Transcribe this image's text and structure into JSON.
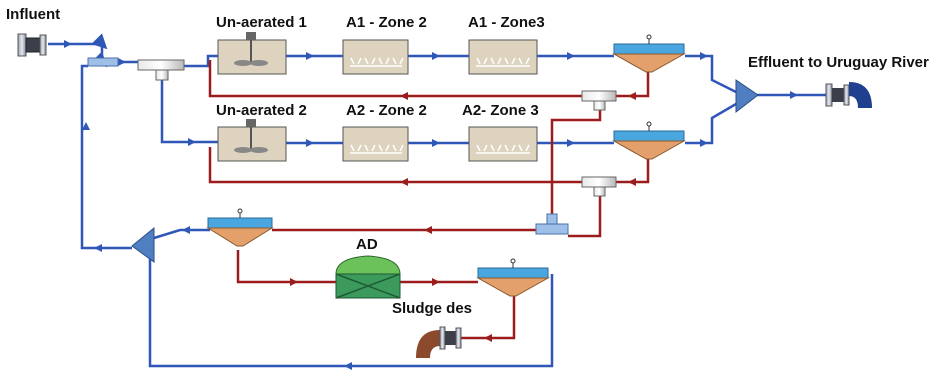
{
  "labels": {
    "influent": "Influent",
    "effluent": "Effluent to Uruguay River",
    "unaerated_1": "Un-aerated 1",
    "a1_zone2": "A1 - Zone 2",
    "a1_zone3": "A1 - Zone3",
    "unaerated_2": "Un-aerated 2",
    "a2_zone2": "A2 - Zone 2",
    "a2_zone3": "A2- Zone 3",
    "ad": "AD",
    "sludge_des": "Sludge des"
  },
  "colors": {
    "liquid_line": "#2e57b8",
    "sludge_line": "#9b1c1c",
    "tank_fill": "#ddd3bf",
    "clarifier_water": "#4aa6df",
    "clarifier_sludge": "#e3a06a",
    "digester": "#3c9a5c",
    "splitter": "#4f7fc0",
    "outlet": "#1f3f8f",
    "sludge_outlet": "#8b4a2b"
  },
  "icons": {
    "influent": "pipe-inlet-icon",
    "effluent": "pipe-outlet-icon",
    "sludge": "sludge-outlet-icon",
    "mixer": "mixer-icon",
    "diffuser": "diffuser-icon"
  }
}
